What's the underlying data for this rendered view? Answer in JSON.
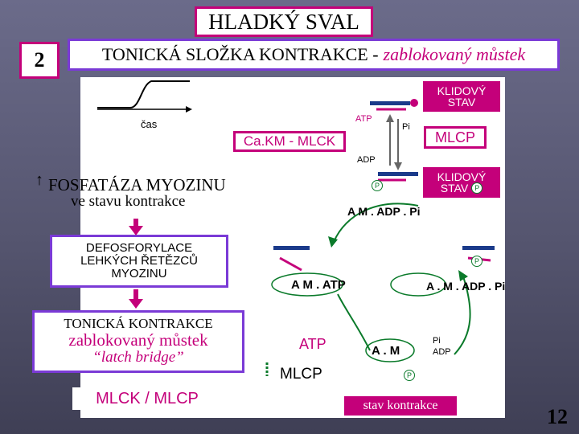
{
  "header": {
    "title": "HLADKÝ SVAL",
    "slide_number": "2",
    "subtitle_main": "TONICKÁ SLOŽKA KONTRAKCE -",
    "subtitle_em": "zablokovaný můstek"
  },
  "graph": {
    "xlabel": "čas"
  },
  "left": {
    "fosfataza_line1": "FOSFATÁZA MYOZINU",
    "fosfataza_line2": "ve stavu kontrakce",
    "defosforylace": [
      "DEFOSFORYLACE",
      "LEHKÝCH ŘETĚZCŮ",
      "MYOZINU"
    ],
    "tonicka_line1": "TONICKÁ KONTRAKCE",
    "tonicka_line2": "zablokovaný můstek",
    "tonicka_line3": "“latch bridge”",
    "mlck_mlcp": "MLCK / MLCP"
  },
  "cycle": {
    "klidovy1": [
      "KLIDOVÝ",
      "STAV"
    ],
    "klidovy2": [
      "KLIDOVÝ",
      "STAV"
    ],
    "camlck": "Ca.KM - MLCK",
    "mlcp_top": "MLCP",
    "atp_small": "ATP",
    "adp_small": "ADP",
    "pi_small": "Pi",
    "p": "P",
    "state_adp_pi": "A  M . ADP . Pi",
    "state_atp": "A  M . ATP",
    "state_m_adp_pi": "A . M . ADP . Pi",
    "atp_bottom": "ATP",
    "am_bottom": "A . M",
    "mlcp_bottom": "MLCP",
    "stav_kontrakce": "stav kontrakce"
  },
  "page_number": "12",
  "colors": {
    "magenta": "#c4007a",
    "purple": "#7a3ad6",
    "green": "#0a7a2a"
  }
}
